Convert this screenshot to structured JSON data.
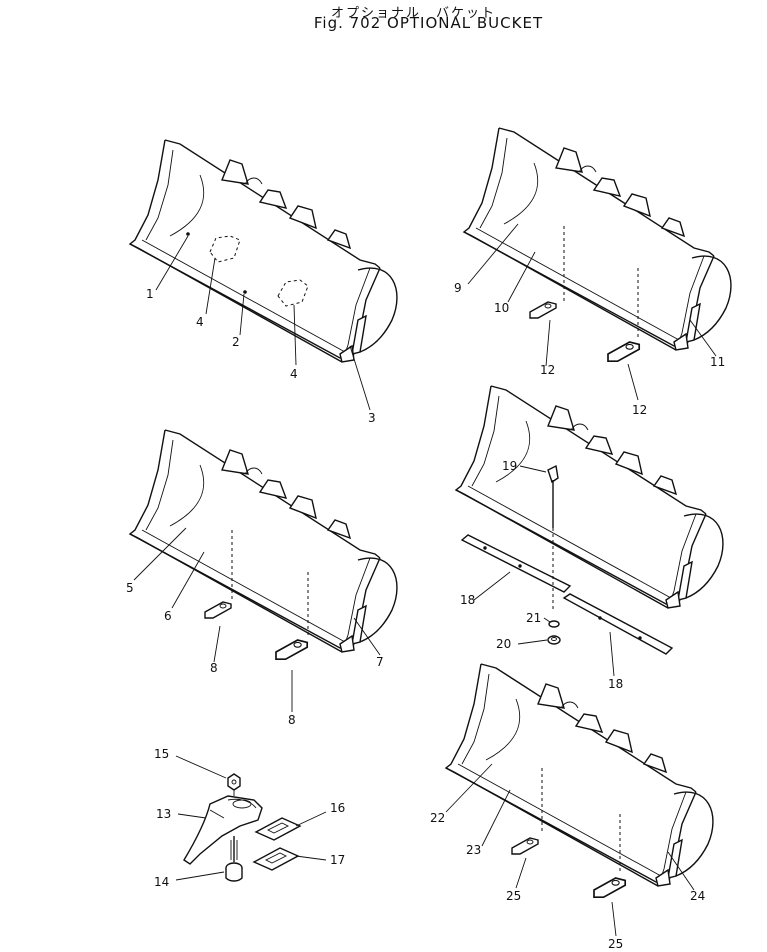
{
  "header": {
    "title_jp": "オプショナル　バケット",
    "title_en": "Fig. 702  OPTIONAL  BUCKET"
  },
  "callouts": [
    "1",
    "2",
    "3",
    "4",
    "4",
    "5",
    "6",
    "7",
    "8",
    "8",
    "9",
    "10",
    "11",
    "12",
    "12",
    "13",
    "14",
    "15",
    "16",
    "17",
    "18",
    "18",
    "19",
    "20",
    "21",
    "22",
    "23",
    "24",
    "25",
    "25"
  ]
}
